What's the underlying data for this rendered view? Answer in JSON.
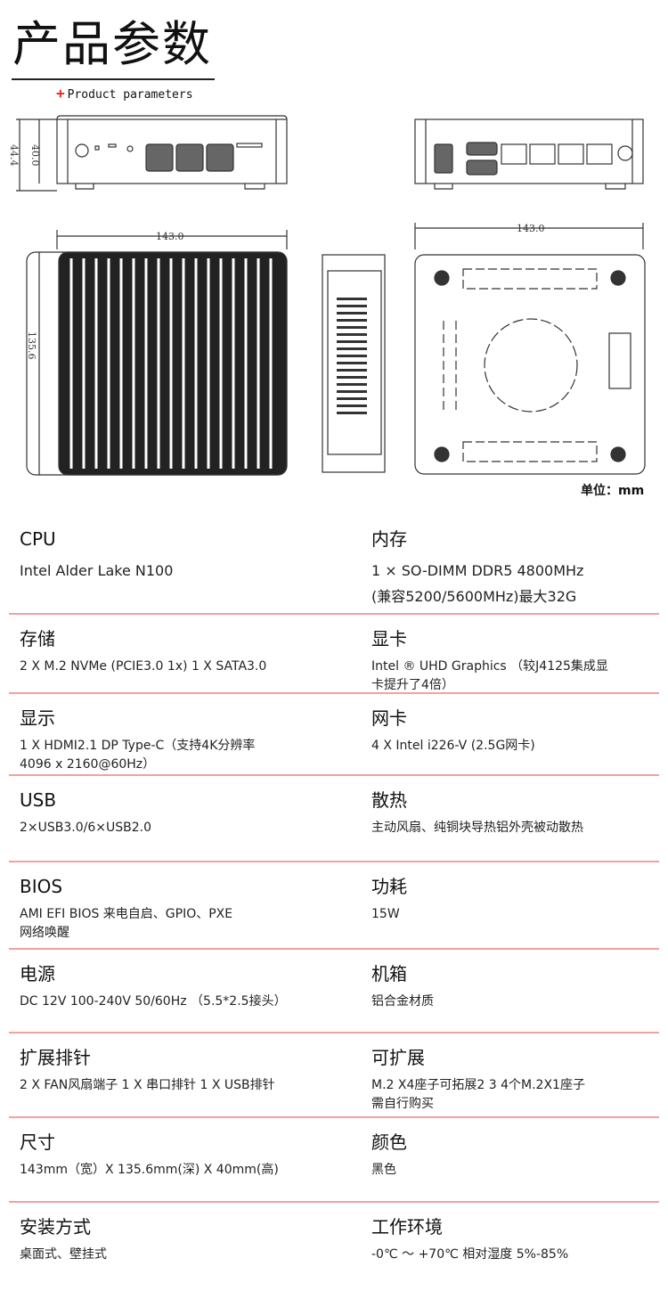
{
  "header": {
    "title": "产品参数",
    "subtitle": "Product parameters",
    "plus": "+"
  },
  "drawing": {
    "dims": {
      "height_total": "44.4",
      "height_body": "40.0",
      "width_front": "143.0",
      "depth": "135.6",
      "width_bottom": "143.0"
    },
    "unit": "单位：mm"
  },
  "specs": [
    {
      "left": {
        "label": "CPU",
        "lines": [
          "Intel  Alder Lake  N100"
        ]
      },
      "right": {
        "label": "内存",
        "lines": [
          "1 × SO-DIMM DDR5 4800MHz",
          "(兼容5200/5600MHz)最大32G"
        ]
      }
    },
    {
      "left": {
        "label": "存储",
        "lines": [
          "2 X M.2 NVMe (PCIE3.0 1x)  1 X SATA3.0"
        ]
      },
      "right": {
        "label": "显卡",
        "lines": [
          "Intel ® UHD Graphics （较J4125集成显",
          "卡提升了4倍）"
        ]
      }
    },
    {
      "left": {
        "label": "显示",
        "lines": [
          "1 X HDMI2.1  DP  Type-C（支持4K分辨率",
          "4096  x 2160@60Hz）"
        ]
      },
      "right": {
        "label": "网卡",
        "lines": [
          "4 X Intel i226-V (2.5G网卡)"
        ]
      }
    },
    {
      "left": {
        "label": "USB",
        "lines": [
          "2×USB3.0/6×USB2.0"
        ]
      },
      "right": {
        "label": "散热",
        "lines": [
          "主动风扇、纯铜块导热铝外壳被动散热"
        ]
      }
    },
    {
      "left": {
        "label": "BIOS",
        "lines": [
          "AMI EFI BIOS 来电自启、GPIO、PXE",
          "网络唤醒"
        ]
      },
      "right": {
        "label": "功耗",
        "lines": [
          "15W"
        ]
      }
    },
    {
      "left": {
        "label": "电源",
        "lines": [
          "DC 12V  100-240V 50/60Hz （5.5*2.5接头）"
        ]
      },
      "right": {
        "label": "机箱",
        "lines": [
          "铝合金材质"
        ]
      }
    },
    {
      "left": {
        "label": "扩展排针",
        "lines": [
          "2 X FAN风扇端子   1 X 串口排针   1 X USB排针"
        ]
      },
      "right": {
        "label": "可扩展",
        "lines": [
          "M.2 X4座子可拓展2 3 4个M.2X1座子",
          "需自行购买"
        ]
      }
    },
    {
      "left": {
        "label": "尺寸",
        "lines": [
          "143mm（宽）X 135.6mm(深)  X 40mm(高)"
        ]
      },
      "right": {
        "label": "颜色",
        "lines": [
          "黑色"
        ]
      }
    },
    {
      "left": {
        "label": "安装方式",
        "lines": [
          "桌面式、壁挂式"
        ]
      },
      "right": {
        "label": "工作环境",
        "lines": [
          "-0℃ ～ +70℃  相对湿度 5%-85%"
        ]
      }
    }
  ]
}
